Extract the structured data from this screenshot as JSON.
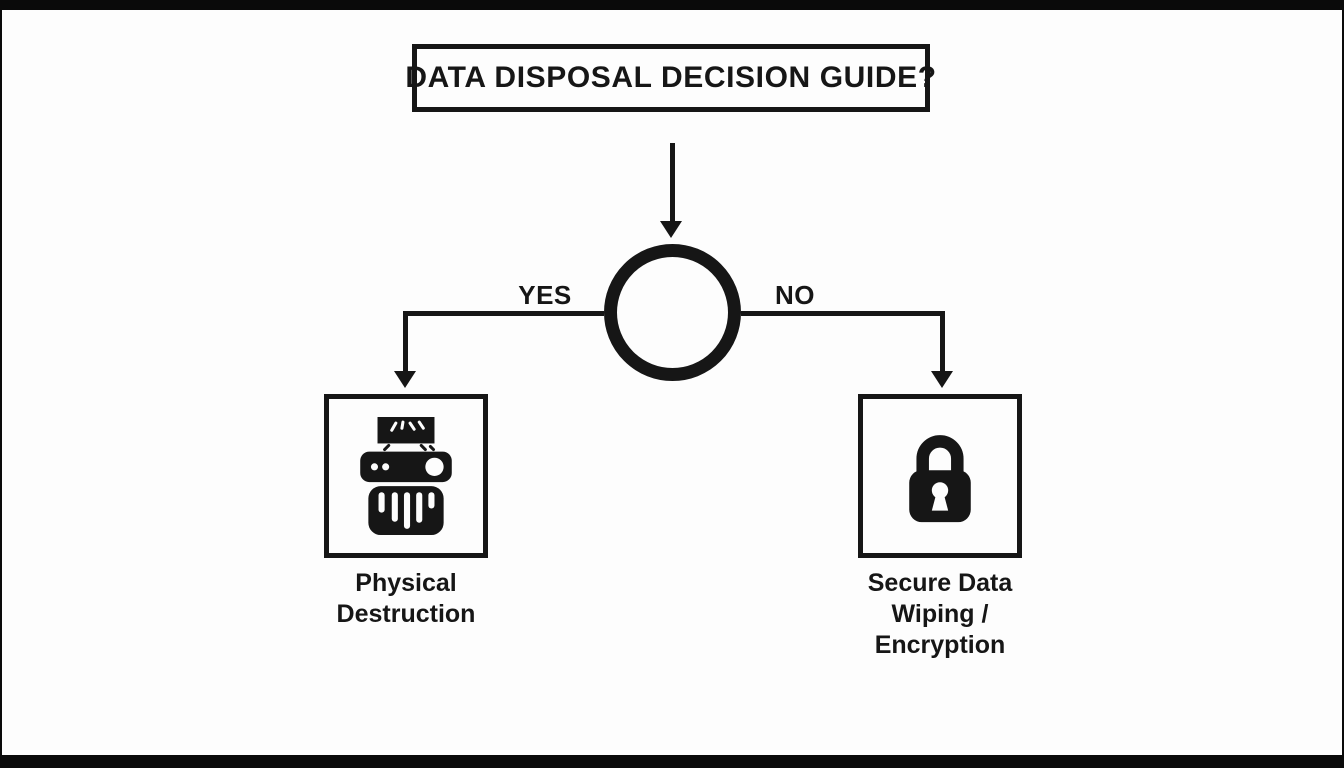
{
  "title": {
    "text": "DATA DISPOSAL DECISION GUIDE?"
  },
  "decision": {
    "yes": "YES",
    "no": "NO"
  },
  "outcomes": {
    "left": {
      "icon": "shredder-icon",
      "lines": [
        "Physical",
        "Destruction"
      ]
    },
    "right": {
      "icon": "lock-icon",
      "lines": [
        "Secure Data",
        "Wiping /",
        "Encryption"
      ]
    }
  },
  "colors": {
    "ink": "#161616",
    "background": "#fdfdfd",
    "frame": "#0a0a0a"
  }
}
